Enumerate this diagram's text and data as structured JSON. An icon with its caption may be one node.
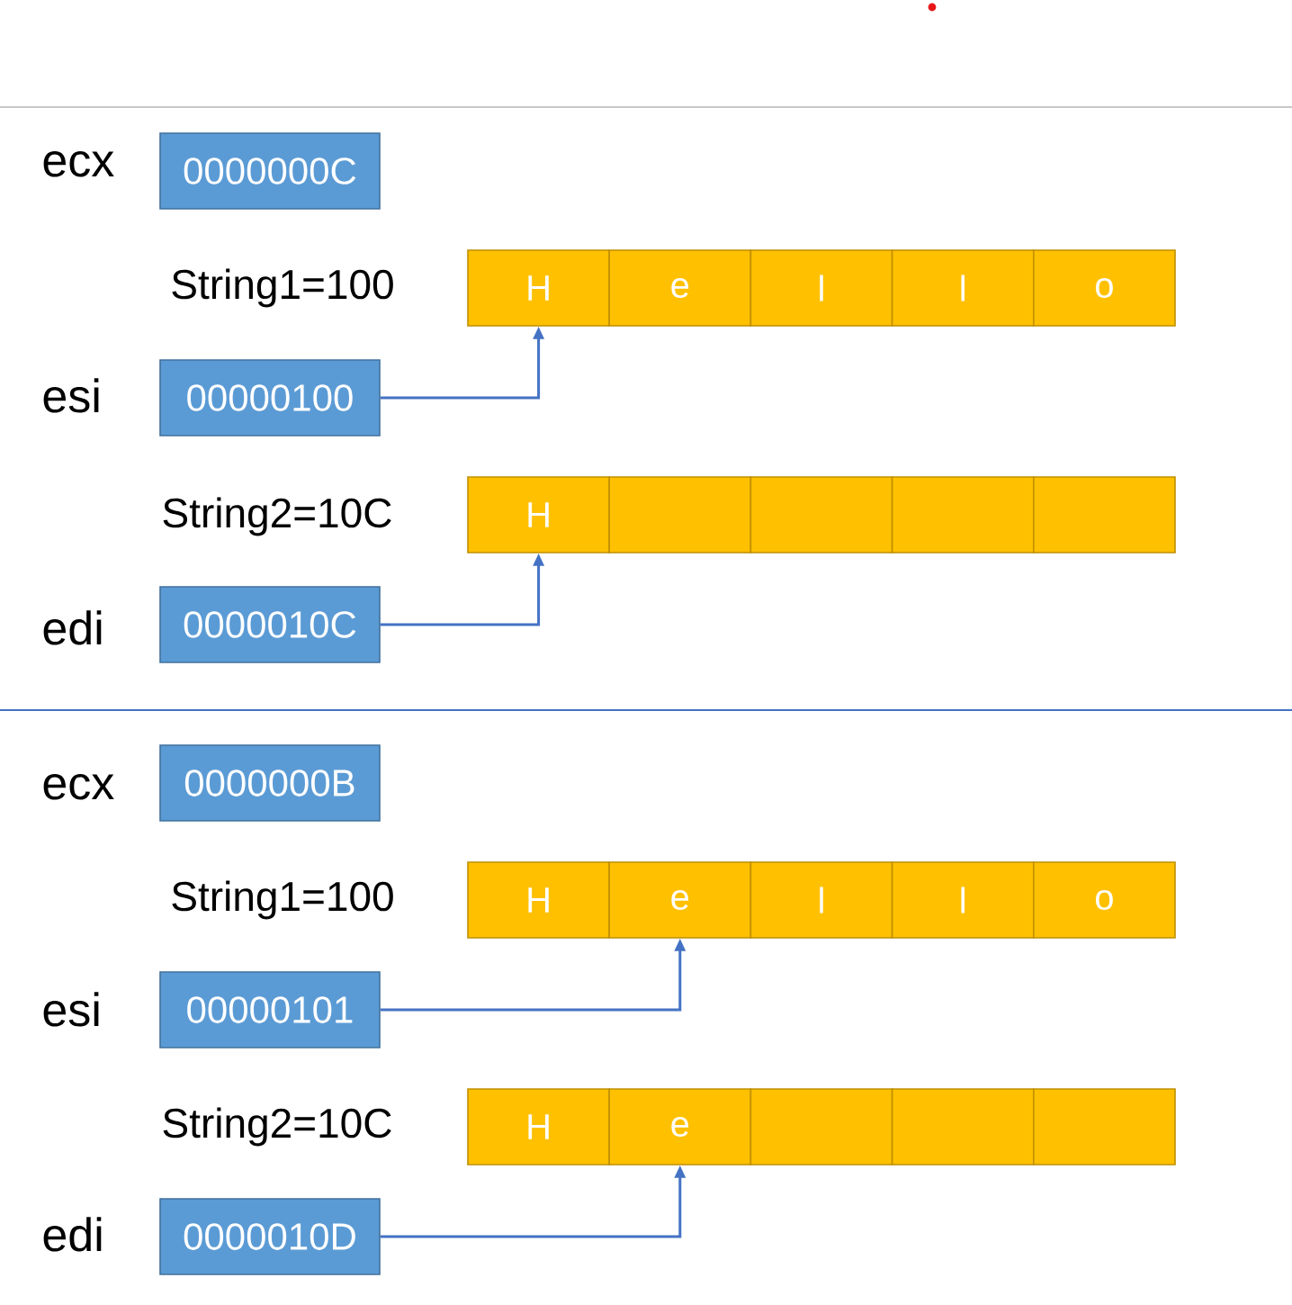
{
  "diagram": {
    "nodes": [
      {
        "text": [
          "0000000C"
        ],
        "beside": [
          "ecx"
        ]
      },
      {
        "text": [
          "H"
        ]
      },
      {
        "text": [
          "e"
        ]
      },
      {
        "text": [
          "l"
        ]
      },
      {
        "text": [
          "l"
        ]
      },
      {
        "text": [
          "o"
        ]
      },
      {
        "text": [
          "00000100"
        ],
        "beside": [
          "esi"
        ]
      },
      {
        "text": [
          "H"
        ]
      },
      {
        "text": [],
        "shape": "box"
      },
      {
        "text": [],
        "shape": "box"
      },
      {
        "text": [],
        "shape": "box"
      },
      {
        "text": [],
        "shape": "box"
      },
      {
        "text": [
          "0000010C"
        ],
        "beside": [
          "edi"
        ]
      },
      {
        "text": [
          "0000000B"
        ],
        "beside": [
          "ecx"
        ]
      },
      {
        "text": [
          "H"
        ]
      },
      {
        "text": [
          "e"
        ]
      },
      {
        "text": [
          "l"
        ]
      },
      {
        "text": [
          "l"
        ]
      },
      {
        "text": [
          "o"
        ]
      },
      {
        "text": [
          "00000101"
        ],
        "beside": [
          "esi"
        ]
      },
      {
        "text": [
          "H"
        ]
      },
      {
        "text": [
          "e"
        ]
      },
      {
        "text": [],
        "shape": "box"
      },
      {
        "text": [],
        "shape": "box"
      },
      {
        "text": [],
        "shape": "box"
      },
      {
        "text": [
          "0000010D"
        ],
        "beside": [
          "edi"
        ]
      }
    ],
    "edges": [
      {
        "from": 6,
        "to": 1,
        "arrow": "to"
      },
      {
        "from": 12,
        "to": 7,
        "arrow": "to"
      },
      {
        "from": 19,
        "to": 15,
        "arrow": "to"
      },
      {
        "from": 25,
        "to": 21,
        "arrow": "to"
      }
    ],
    "labels": [
      "String1=100",
      "String2=10C",
      "String1=100",
      "String2=10C"
    ]
  }
}
